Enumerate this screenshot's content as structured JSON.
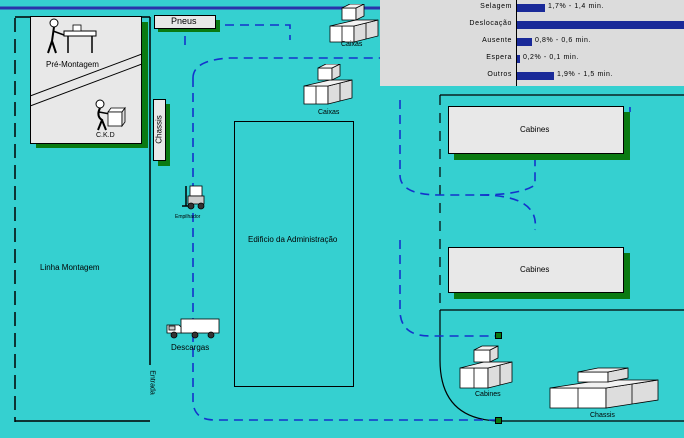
{
  "labels": {
    "pneus": "Pneus",
    "caixas_top": "Caixas",
    "caixas_mid": "Caixas",
    "pre_montagem": "Pré-Montagem",
    "ckd": "C.K.D",
    "chassis_vertical": "Chassis",
    "empilhador": "Empilhador",
    "edificio": "Edificio da Administração",
    "linha_montagem": "Linha Montagem",
    "descargas": "Descargas",
    "entrada": "Entrada",
    "cabines_1": "Cabines",
    "cabines_2": "Cabines",
    "cabines_storage": "Cabines",
    "chassis_storage": "Chassis"
  },
  "stats": [
    {
      "name": "Selagem",
      "value": "1,7% - 1,4 min.",
      "fraction": 0.17
    },
    {
      "name": "Deslocação",
      "value": "",
      "fraction": 1.0
    },
    {
      "name": "Ausente",
      "value": "0,8% - 0,6 min.",
      "fraction": 0.09
    },
    {
      "name": "Espera",
      "value": "0,2% - 0,1 min.",
      "fraction": 0.02
    },
    {
      "name": "Outros",
      "value": "1,9% - 1,5 min.",
      "fraction": 0.22
    }
  ],
  "colors": {
    "background": "#35d0d0",
    "panel": "#dcdcdc",
    "bar": "#1a2a99",
    "shadow": "#0a7a12",
    "path": "#1433cc"
  }
}
